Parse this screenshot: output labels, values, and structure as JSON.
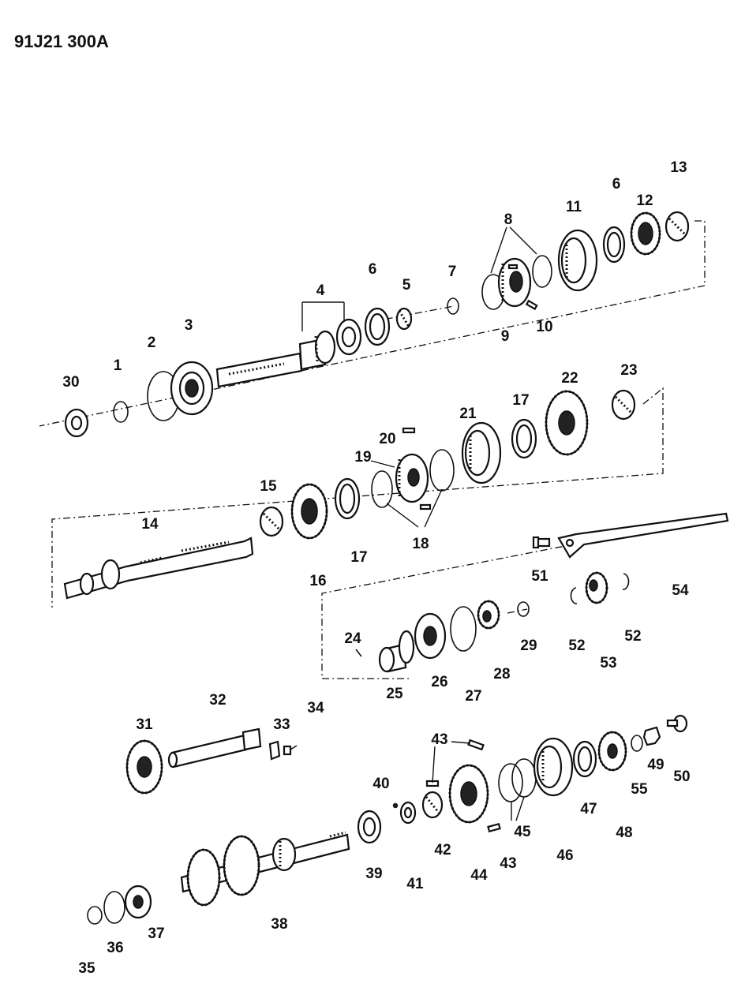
{
  "diagram": {
    "reference_code": "91J21 300A",
    "callouts": [
      "1",
      "2",
      "3",
      "4",
      "5",
      "6",
      "7",
      "8",
      "9",
      "10",
      "11",
      "12",
      "13",
      "14",
      "15",
      "16",
      "17",
      "18",
      "19",
      "20",
      "21",
      "22",
      "23",
      "24",
      "25",
      "26",
      "27",
      "28",
      "29",
      "30",
      "31",
      "32",
      "33",
      "34",
      "35",
      "36",
      "37",
      "38",
      "39",
      "40",
      "41",
      "42",
      "43",
      "44",
      "45",
      "46",
      "47",
      "48",
      "49",
      "50",
      "51",
      "52",
      "53",
      "54",
      "55"
    ]
  }
}
